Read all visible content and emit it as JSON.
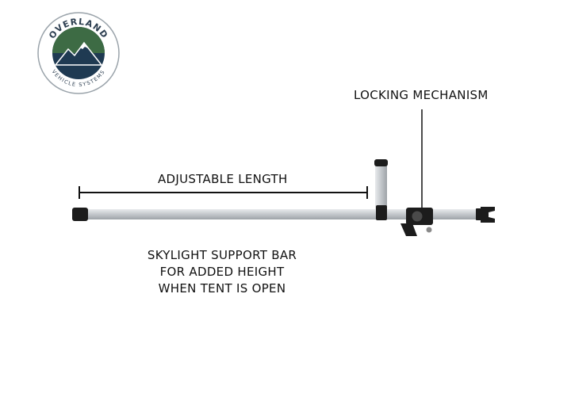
{
  "logo": {
    "brand": "OVERLAND",
    "sub": "VEHICLE SYSTEMS",
    "icon": "mountain-badge-icon",
    "colors": {
      "ring": "#ffffff",
      "green": "#3d6b44",
      "navy": "#1f3a52",
      "outline": "#2c3e50"
    }
  },
  "annotations": {
    "locking_mechanism": "LOCKING MECHANISM",
    "adjustable_length": "ADJUSTABLE LENGTH"
  },
  "description": {
    "line1": "SKYLIGHT SUPPORT BAR",
    "line2": "FOR ADDED HEIGHT",
    "line3": "WHEN TENT IS OPEN"
  },
  "colors": {
    "bar": "#c9ccd0",
    "cap": "#1c1c1c",
    "line": "#111111"
  }
}
